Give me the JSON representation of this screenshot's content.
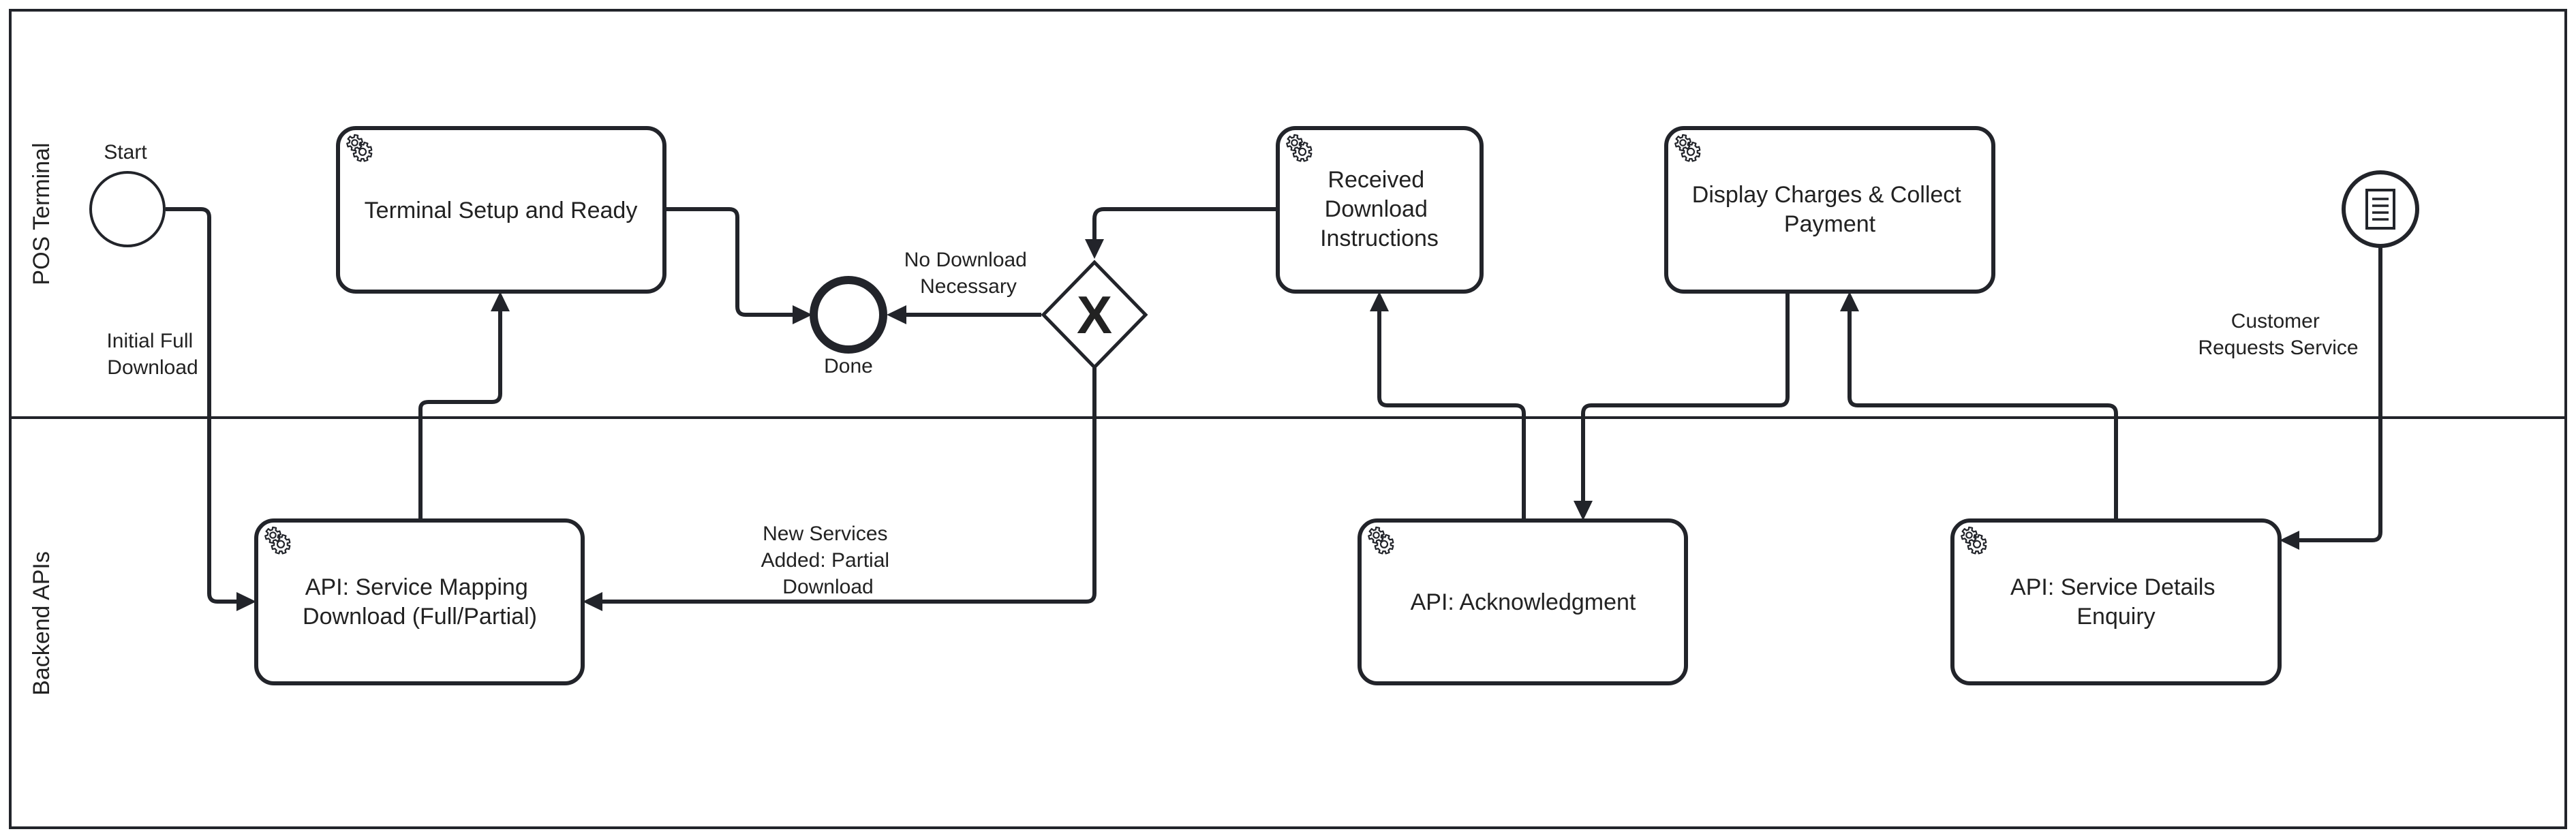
{
  "lanes": {
    "top": "POS Terminal",
    "bottom": "Backend APIs"
  },
  "events": {
    "start": "Start",
    "end": "Done"
  },
  "gateway": {
    "symbol": "X"
  },
  "tasks": {
    "terminal_setup": [
      "Terminal Setup and Ready"
    ],
    "received_download": [
      "Received",
      "Download",
      "Instructions"
    ],
    "display_charges": [
      "Display Charges & Collect",
      "Payment"
    ],
    "api_service_mapping": [
      "API: Service Mapping",
      "Download (Full/Partial)"
    ],
    "api_acknowledgment": [
      "API: Acknowledgment"
    ],
    "api_service_details": [
      "API: Service Details",
      "Enquiry"
    ]
  },
  "edge_labels": {
    "initial_full_download": [
      "Initial Full",
      "Download"
    ],
    "no_download_necessary": [
      "No Download",
      "Necessary"
    ],
    "new_services_added": [
      "New Services",
      "Added: Partial",
      "Download"
    ],
    "customer_requests_service": [
      "Customer",
      "Requests Service"
    ]
  },
  "icons": {
    "task_marker": "gear-icon",
    "message_marker": "document-icon"
  },
  "colors": {
    "stroke": "#22242a",
    "background": "#ffffff"
  }
}
